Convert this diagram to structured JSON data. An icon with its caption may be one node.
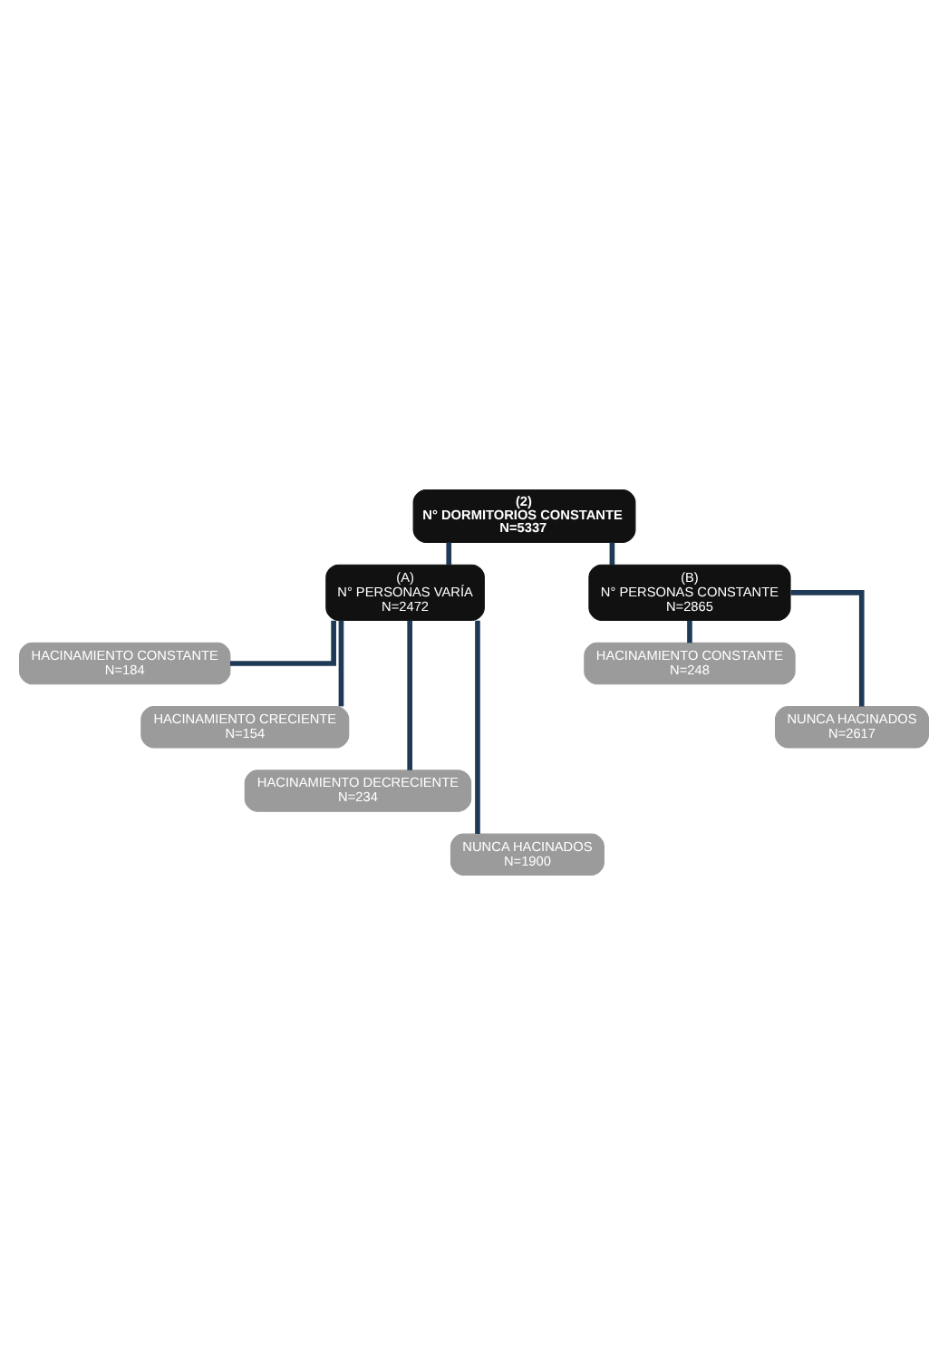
{
  "diagram": {
    "nodes": [
      {
        "text": [
          "(2)",
          "N° DORMITORIOS CONSTANTE",
          "N=5337"
        ]
      },
      {
        "text": [
          "(A)",
          "N° PERSONAS VARÍA",
          "N=2472"
        ]
      },
      {
        "text": [
          "(B)",
          "N° PERSONAS CONSTANTE",
          "N=2865"
        ]
      },
      {
        "text": [
          "HACINAMIENTO CONSTANTE",
          "N=184"
        ]
      },
      {
        "text": [
          "HACINAMIENTO CRECIENTE",
          "N=154"
        ]
      },
      {
        "text": [
          "HACINAMIENTO DECRECIENTE",
          "N=234"
        ]
      },
      {
        "text": [
          "NUNCA HACINADOS",
          "N=1900"
        ]
      },
      {
        "text": [
          "HACINAMIENTO CONSTANTE",
          "N=248"
        ]
      },
      {
        "text": [
          "NUNCA HACINADOS",
          "N=2617"
        ]
      }
    ],
    "edges": [
      {
        "from": 0,
        "to": 1,
        "arrow": "none"
      },
      {
        "from": 0,
        "to": 2,
        "arrow": "none"
      },
      {
        "from": 1,
        "to": 3,
        "arrow": "none"
      },
      {
        "from": 1,
        "to": 4,
        "arrow": "none"
      },
      {
        "from": 1,
        "to": 5,
        "arrow": "none"
      },
      {
        "from": 1,
        "to": 6,
        "arrow": "none"
      },
      {
        "from": 2,
        "to": 7,
        "arrow": "none"
      },
      {
        "from": 2,
        "to": 8,
        "arrow": "none"
      }
    ]
  }
}
